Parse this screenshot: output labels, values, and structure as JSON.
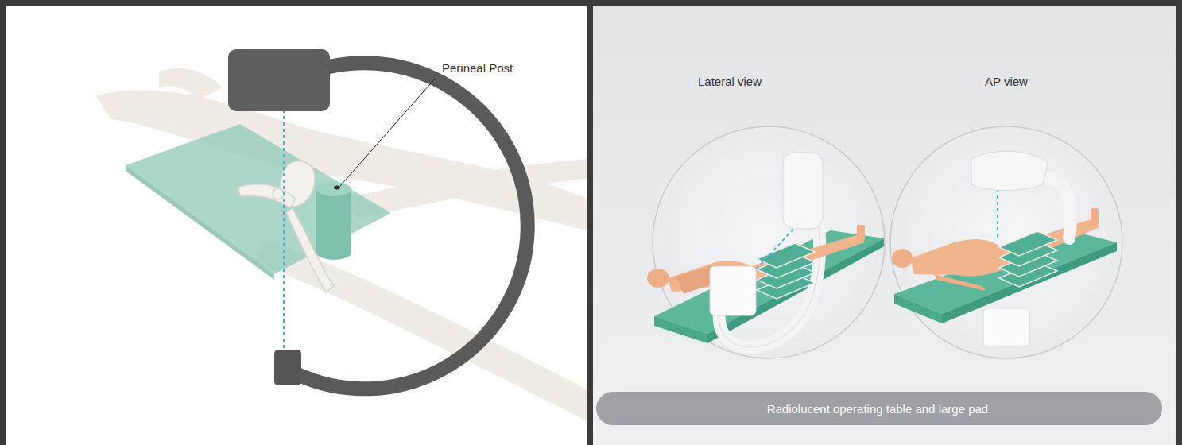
{
  "diagram": {
    "nodes": [
      {
        "text": [
          "Radiolucent operating table and large pad."
        ]
      }
    ],
    "labels": [
      "Perineal Post",
      "Lateral view",
      "AP view"
    ]
  }
}
